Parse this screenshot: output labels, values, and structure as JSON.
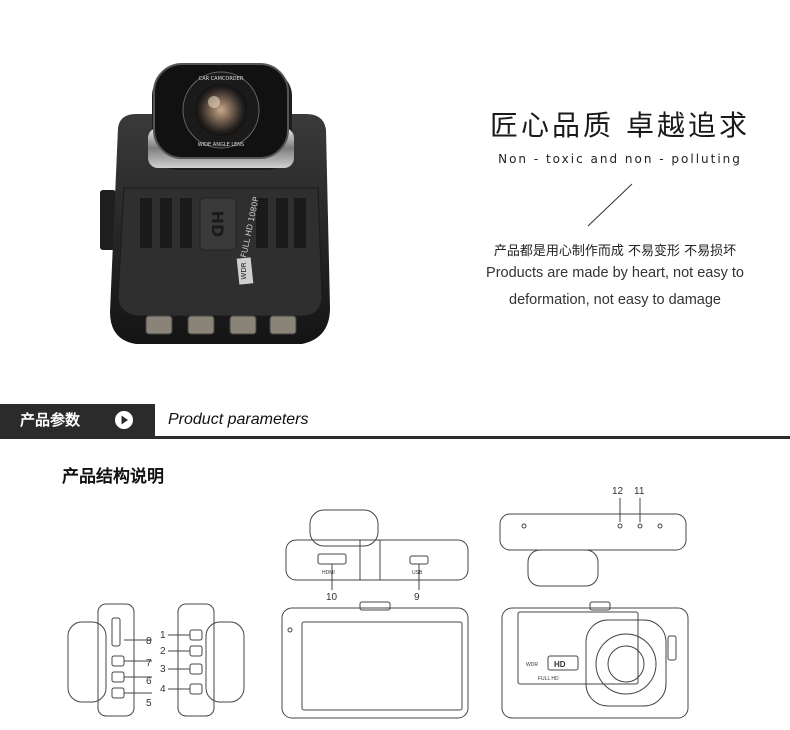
{
  "hero": {
    "headline": "匠心品质 卓越追求",
    "subline": "Non - toxic and non - polluting",
    "desc_cn": "产品都是用心制作而成 不易变形 不易损坏",
    "desc_en_1": "Products are made by heart, not easy to",
    "desc_en_2": "deformation, not easy to damage",
    "lens_text_1": "CAR CAMCORDER",
    "lens_text_2": "WIDE ANGLE LENS",
    "badge_hd": "HD",
    "badge_wdr": "WDR",
    "badge_fullhd": "FULL HD 1080P"
  },
  "section": {
    "title_cn": "产品参数",
    "title_en": "Product parameters"
  },
  "structure": {
    "title": "产品结构说明",
    "labels": [
      "1",
      "2",
      "3",
      "4",
      "5",
      "6",
      "7",
      "8",
      "9",
      "10",
      "11",
      "12"
    ],
    "hd_mark": "HD",
    "fullhd_mark": "FULL HD",
    "wdr_mark": "WDR",
    "hdmi_mark": "HDMI",
    "usb_mark": "USB"
  },
  "colors": {
    "dark_bar": "#2b2b2b",
    "device_body": "#2a2a2a",
    "line_art": "#444444"
  }
}
